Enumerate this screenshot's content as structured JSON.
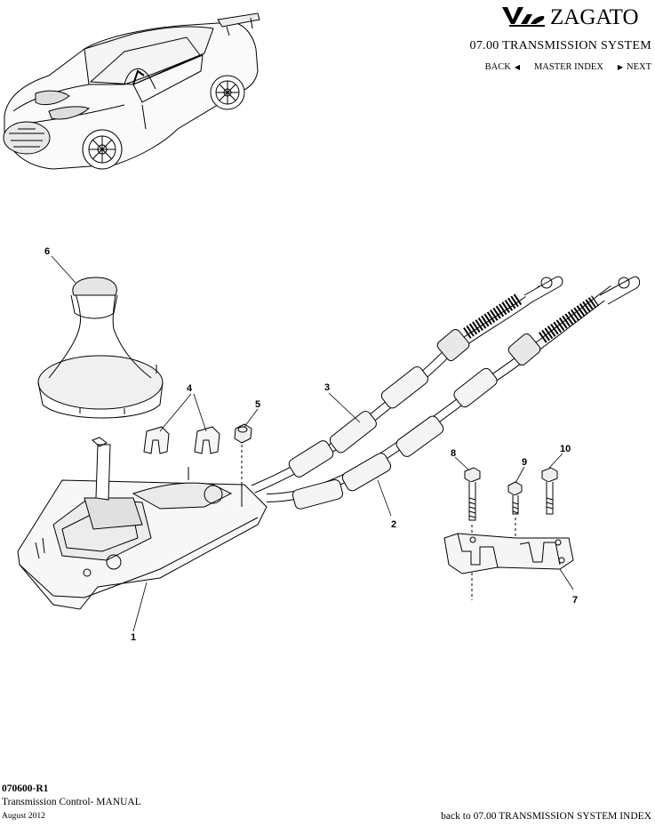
{
  "header": {
    "brand_mark": "V12",
    "brand_name": "ZAGATO",
    "section_title": "07.00 TRANSMISSION SYSTEM",
    "nav": {
      "back": "BACK",
      "master_index": "MASTER INDEX",
      "next": "NEXT"
    }
  },
  "diagram": {
    "callouts": [
      "1",
      "2",
      "3",
      "4",
      "5",
      "6",
      "7",
      "8",
      "9",
      "10"
    ]
  },
  "footer": {
    "code": "070600-R1",
    "title": "Transmission Control- MANUAL",
    "date": "August 2012",
    "back_link": "back to 07.00 TRANSMISSION SYSTEM INDEX"
  }
}
